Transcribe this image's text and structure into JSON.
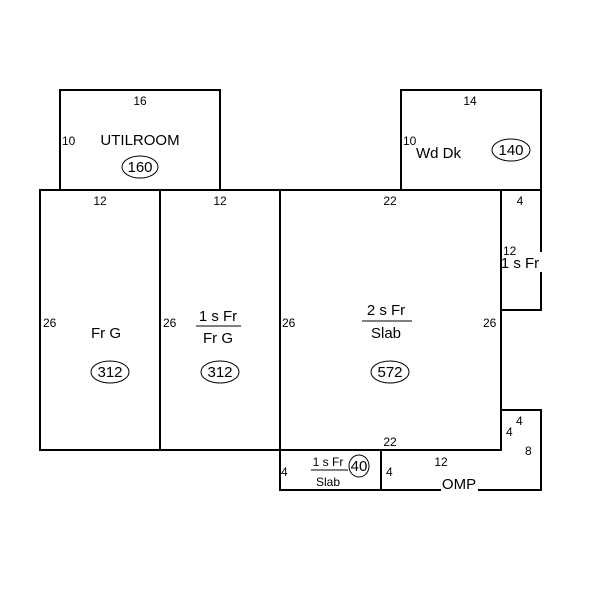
{
  "areas": {
    "utilroom": {
      "name": "UTILROOM",
      "area": "160",
      "dims": [
        "16",
        "10"
      ]
    },
    "wd_dk": {
      "name": "Wd Dk",
      "area": "140",
      "dims": [
        "14",
        "10"
      ]
    },
    "fr_g": {
      "name": "Fr G",
      "area": "312",
      "dims": [
        "12",
        "26"
      ]
    },
    "fr_over_frg": {
      "top": "1 s Fr",
      "bottom": "Fr G",
      "area": "312",
      "dims": [
        "12",
        "26"
      ]
    },
    "main": {
      "top": "2 s Fr",
      "bottom": "Slab",
      "area": "572",
      "dims": [
        "22",
        "26",
        "26",
        "22"
      ]
    },
    "right_fr": {
      "name": "1 s Fr",
      "dims": [
        "4",
        "12"
      ]
    },
    "small_fr": {
      "top": "1 s Fr",
      "bottom": "Slab",
      "area": "40",
      "dims": [
        "4"
      ]
    },
    "omp": {
      "name": "OMP",
      "dims": [
        "4",
        "12",
        "4",
        "4",
        "8"
      ]
    }
  }
}
